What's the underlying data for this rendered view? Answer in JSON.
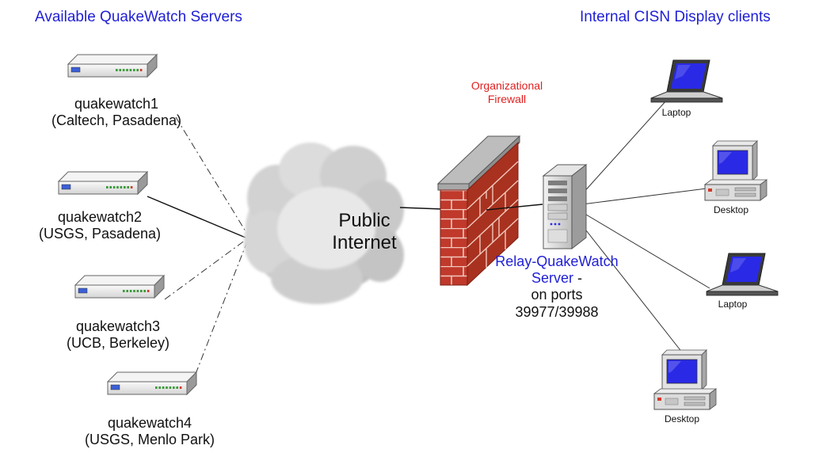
{
  "headings": {
    "servers": "Available QuakeWatch Servers",
    "clients": "Internal CISN Display clients"
  },
  "servers": [
    {
      "name": "quakewatch1",
      "location": "(Caltech, Pasadena)",
      "link": "dash-dot"
    },
    {
      "name": "quakewatch2",
      "location": "(USGS, Pasadena)",
      "link": "solid"
    },
    {
      "name": "quakewatch3",
      "location": "(UCB, Berkeley)",
      "link": "dash-dot"
    },
    {
      "name": "quakewatch4",
      "location": "(USGS, Menlo Park)",
      "link": "dash-dot"
    }
  ],
  "cloud": {
    "line1": "Public",
    "line2": "Internet"
  },
  "firewall": {
    "line1": "Organizational",
    "line2": "Firewall"
  },
  "relay": {
    "line1": "Relay-QuakeWatch",
    "line2": "Server",
    "line2_suffix": " -",
    "line3": "on ports",
    "line4": "39977/39988"
  },
  "clients": [
    {
      "label": "Laptop",
      "type": "laptop-icon"
    },
    {
      "label": "Desktop",
      "type": "desktop-icon"
    },
    {
      "label": "Laptop",
      "type": "laptop-icon"
    },
    {
      "label": "Desktop",
      "type": "desktop-icon"
    }
  ],
  "colors": {
    "heading": "#1f1fd6",
    "firewall_text": "#e02020",
    "relay_text": "#1f1fd6",
    "brick": "#c0392b",
    "mortar": "#f2c7bb",
    "screen": "#2a2ae6"
  }
}
